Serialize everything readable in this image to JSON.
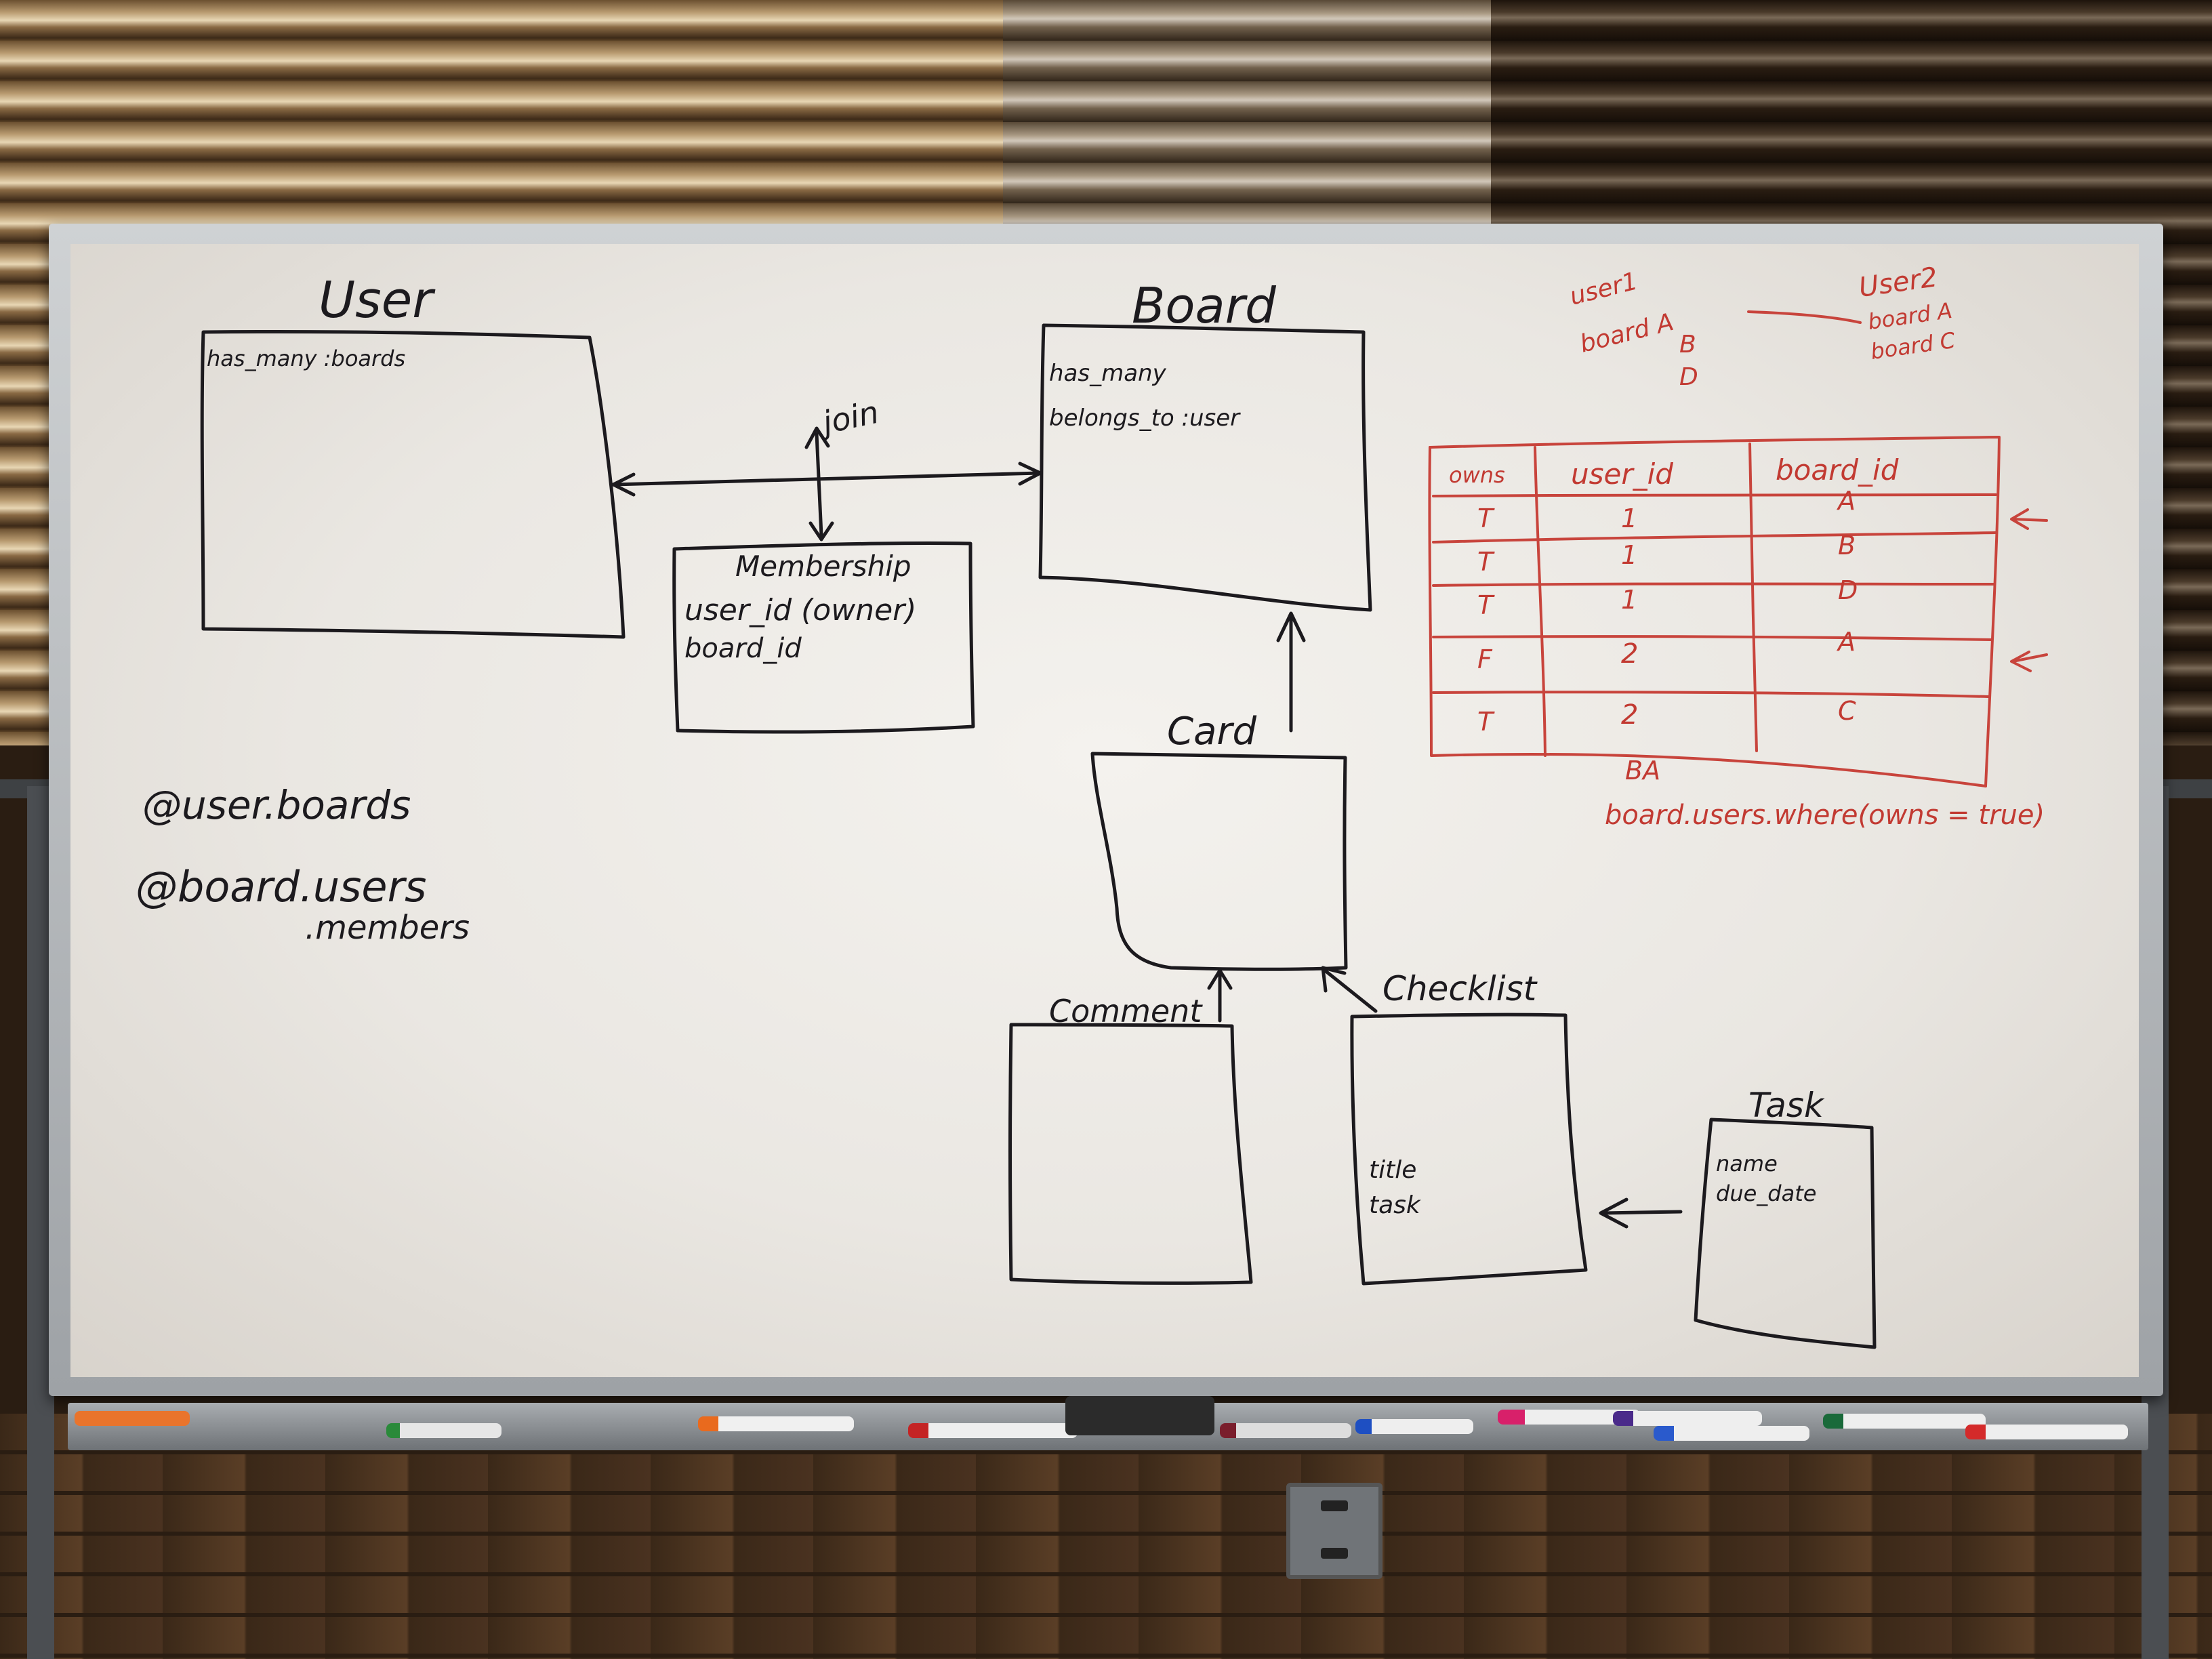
{
  "whiteboard": {
    "user": {
      "title": "User",
      "attributes": [
        "has_many :boards"
      ]
    },
    "board": {
      "title": "Board",
      "attributes": [
        "has_many",
        "belongs_to :user"
      ]
    },
    "join_label": "join",
    "membership": {
      "title": "Membership",
      "attributes": [
        "user_id (owner)",
        "board_id"
      ]
    },
    "card": {
      "title": "Card"
    },
    "comment": {
      "title": "Comment"
    },
    "checklist": {
      "title": "Checklist",
      "attributes": [
        "title",
        "task"
      ]
    },
    "task": {
      "title": "Task",
      "attributes": [
        "name",
        "due_date"
      ]
    },
    "notes": {
      "user_boards": "@user.boards",
      "board_users": "@board.users",
      "board_members": ".members"
    },
    "red_notes": {
      "user1_label": "user1",
      "user1_boards": [
        "board A",
        "B",
        "D"
      ],
      "user2_label": "User2",
      "user2_boards": [
        "board A",
        "board C"
      ],
      "table_headers": [
        "owns",
        "user_id",
        "board_id"
      ],
      "table_rows": [
        [
          "T",
          "1",
          "A"
        ],
        [
          "T",
          "1",
          "B"
        ],
        [
          "T",
          "1",
          "D"
        ],
        [
          "F",
          "2",
          "A"
        ],
        [
          "T",
          "2",
          "C"
        ]
      ],
      "ba_label": "BA",
      "query": "board.users.where(owns = true)"
    }
  },
  "colors": {
    "black_ink": "#1c1a1e",
    "red_ink": "#c8443c",
    "board_white": "#eeebe6"
  }
}
